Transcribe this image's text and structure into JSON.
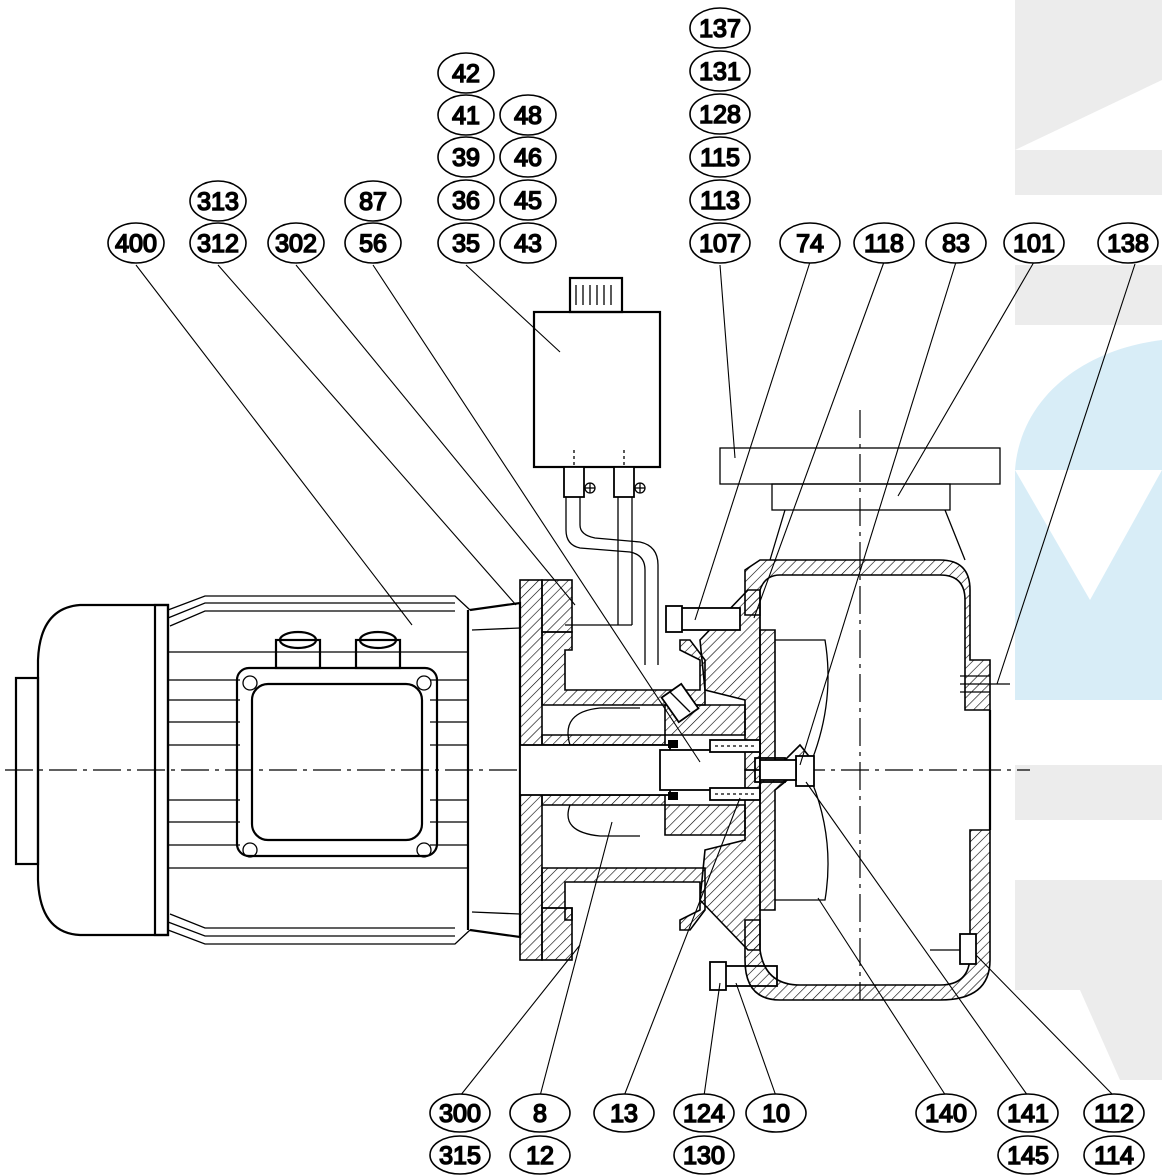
{
  "callouts": {
    "400": "400",
    "313": "313",
    "312": "312",
    "302": "302",
    "87": "87",
    "56": "56",
    "42": "42",
    "41": "41",
    "39": "39",
    "36": "36",
    "35": "35",
    "48": "48",
    "46": "46",
    "45": "45",
    "43": "43",
    "137": "137",
    "131": "131",
    "128": "128",
    "115": "115",
    "113": "113",
    "107": "107",
    "74": "74",
    "118": "118",
    "83": "83",
    "101": "101",
    "138": "138",
    "300": "300",
    "315": "315",
    "8": "8",
    "12": "12",
    "13": "13",
    "124": "124",
    "130": "130",
    "10": "10",
    "140": "140",
    "141": "141",
    "145": "145",
    "112": "112",
    "114": "114"
  },
  "colors": {
    "line": "#000000",
    "background": "#ffffff",
    "watermark_gray": "#e6e6e6",
    "watermark_blue": "#d6ecf6"
  }
}
